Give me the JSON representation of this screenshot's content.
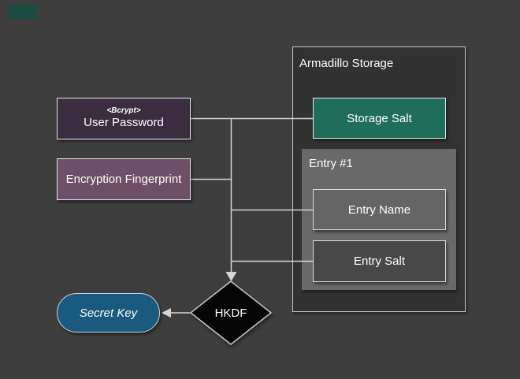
{
  "diagram": {
    "background_color": "#3e3e3e",
    "text_color": "#ffffff",
    "connector_color": "#d6d6d6",
    "marker": {
      "color": "#1c4b44"
    },
    "containers": {
      "armadillo_storage": {
        "label": "Armadillo Storage",
        "fill": "#323232",
        "border": "#c9c9c9"
      },
      "entry_1": {
        "label": "Entry #1",
        "fill": "#696969"
      }
    },
    "nodes": {
      "user_password": {
        "sublabel": "<Bcrypt>",
        "label": "User Password",
        "fill": "#3b2c40"
      },
      "encryption_fingerprint": {
        "label": "Encryption Fingerprint",
        "fill": "#6e4f67"
      },
      "storage_salt": {
        "label": "Storage Salt",
        "fill": "#1f6e5b"
      },
      "entry_name": {
        "label": "Entry Name",
        "fill": "#656565"
      },
      "entry_salt": {
        "label": "Entry Salt",
        "fill": "#484848"
      },
      "hkdf": {
        "label": "HKDF",
        "fill": "#050505"
      },
      "secret_key": {
        "label": "Secret Key",
        "fill": "#1a5a7e"
      }
    },
    "edges": [
      {
        "from": "user_password",
        "to": "storage_salt"
      },
      {
        "from": "user_password",
        "to": "hkdf"
      },
      {
        "from": "encryption_fingerprint",
        "to": "hkdf"
      },
      {
        "from": "hkdf",
        "to": "entry_name"
      },
      {
        "from": "hkdf",
        "to": "entry_salt"
      },
      {
        "from": "hkdf",
        "to": "secret_key",
        "arrow": true
      }
    ]
  }
}
